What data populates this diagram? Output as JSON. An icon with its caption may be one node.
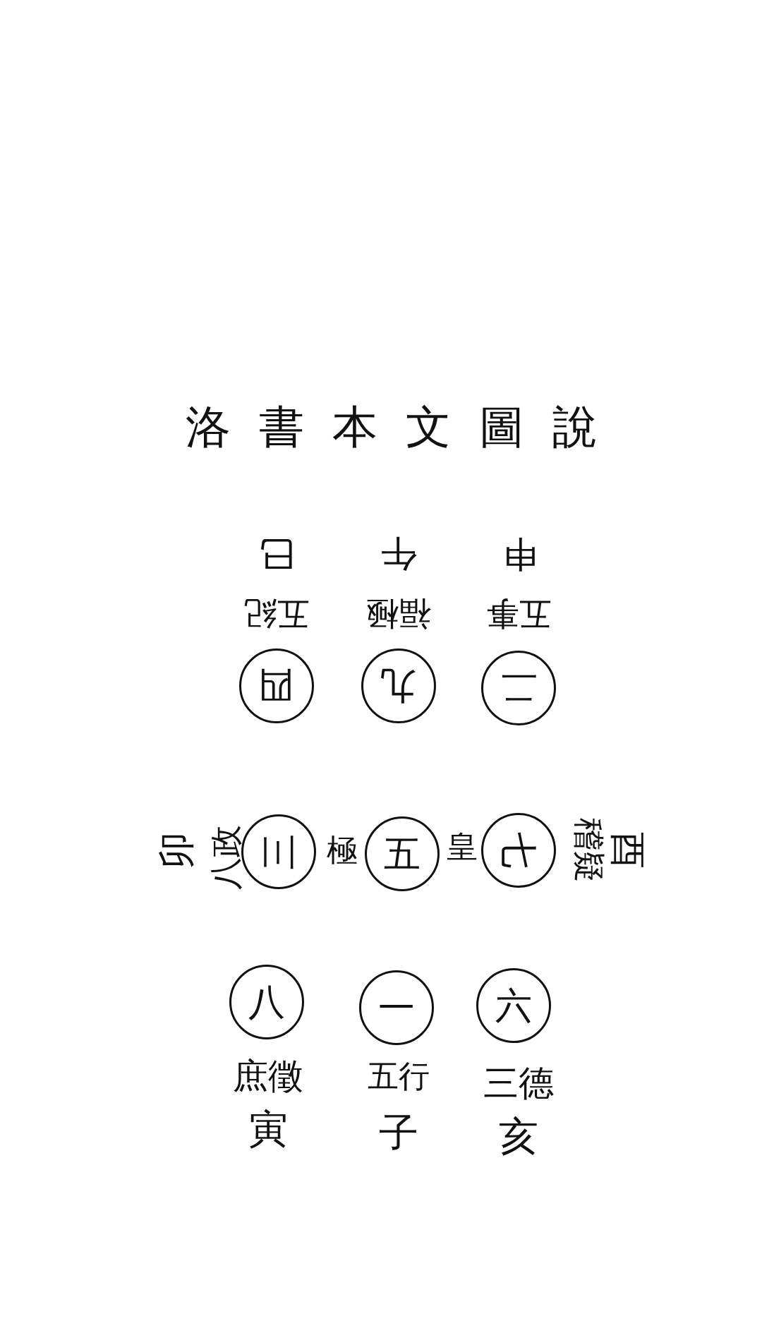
{
  "diagram": {
    "title": "洛書本文圖說",
    "nodes": [
      {
        "text": [
          "二"
        ],
        "beside": [
          "五事",
          "申"
        ]
      },
      {
        "text": [
          "九"
        ],
        "beside": [
          "福極",
          "午"
        ]
      },
      {
        "text": [
          "四"
        ],
        "beside": [
          "五紀",
          "巳"
        ]
      },
      {
        "text": [
          "七"
        ],
        "beside": [
          "稽疑",
          "酉"
        ]
      },
      {
        "text": [
          "五"
        ],
        "beside": [
          "皇",
          "極"
        ]
      },
      {
        "text": [
          "三"
        ],
        "beside": [
          "八政",
          "卯"
        ]
      },
      {
        "text": [
          "六"
        ],
        "beside": [
          "三德",
          "亥"
        ]
      },
      {
        "text": [
          "一"
        ],
        "beside": [
          "五行",
          "子"
        ]
      },
      {
        "text": [
          "八"
        ],
        "beside": [
          "庶徵",
          "寅"
        ]
      }
    ]
  }
}
